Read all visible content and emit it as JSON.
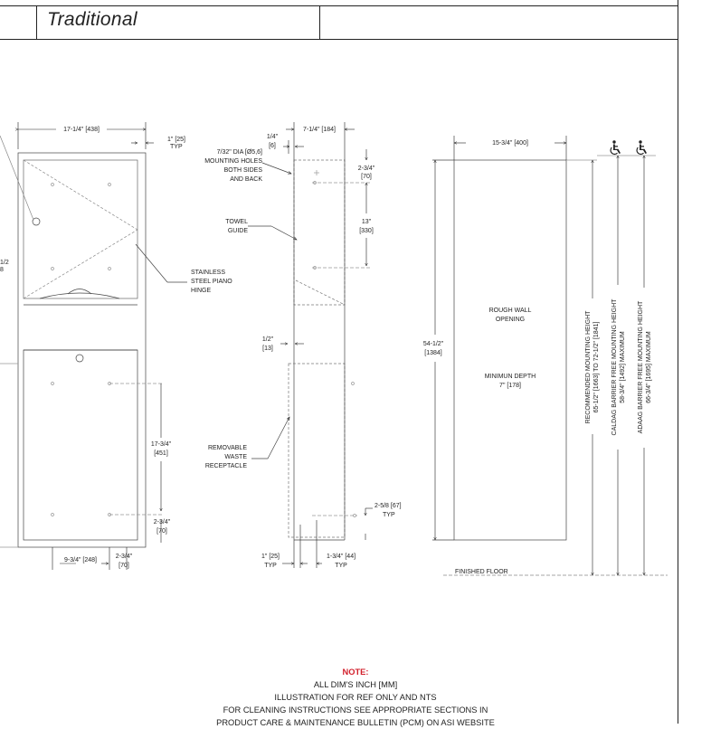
{
  "header": {
    "title": "Traditional"
  },
  "accessibility_icon": "wheelchair-icon",
  "front_view": {
    "dims": {
      "width": "17-1/4\" [438]",
      "typ_1": "1\" [25]",
      "typ_1_suffix": "TYP",
      "h_17_3_4": "17-3/4\"",
      "h_17_3_4_mm": "[451]",
      "h_2_3_4": "2-3/4\"",
      "h_2_3_4_mm": "[70]",
      "w_9_3_4": "9-3/4\" [248]",
      "w_2_3_4": "2-3/4\"",
      "w_2_3_4_mm": "[70]",
      "partial_1": "1/2",
      "partial_2": "8"
    },
    "labels": {
      "hinge_1": "STAINLESS",
      "hinge_2": "STEEL PIANO",
      "hinge_3": "HINGE"
    }
  },
  "side_view": {
    "dims": {
      "depth": "7-1/4\" [184]",
      "qtr_1": "1/4\"",
      "qtr_2": "[6]",
      "v_2_3_4": "2-3/4\"",
      "v_2_3_4_mm": "[70]",
      "v_13": "13\"",
      "v_13_mm": "[330]",
      "half_1": "1/2\"",
      "half_2": "[13]",
      "b_2_5_8": "2-5/8 [67]",
      "b_typ": "TYP",
      "b_1": "1\" [25]",
      "b_1_typ": "TYP",
      "b_1_3_4": "1-3/4\" [44]",
      "b_1_3_4_typ": "TYP"
    },
    "labels": {
      "holes_1": "7/32\" DIA [Ø5,6]",
      "holes_2": "MOUNTING HOLES",
      "holes_3": "BOTH SIDES",
      "holes_4": "AND BACK",
      "towel_1": "TOWEL",
      "towel_2": "GUIDE",
      "waste_1": "REMOVABLE",
      "waste_2": "WASTE",
      "waste_3": "RECEPTACLE"
    }
  },
  "wall_view": {
    "dims": {
      "width": "15-3/4\" [400]",
      "height_1": "54-1/2\"",
      "height_2": "[1384]"
    },
    "labels": {
      "rough_1": "ROUGH WALL",
      "rough_2": "OPENING",
      "min_1": "MINIMUN DEPTH",
      "min_2": "7\" [178]",
      "floor": "FINISHED FLOOR",
      "rec_1": "RECOMMENDED MOUNTING HEIGHT",
      "rec_2": "65-1/2\" [1663] TO 72-1/2\" [1841]",
      "cal_1": "CALDAG BARRIER FREE MOUNTING HEIGHT",
      "cal_2": "58-3/4\" [1492] MAXIMUM",
      "ada_1": "ADAAG BARRIER FREE MOUNTING HEIGHT",
      "ada_2": "66-3/4\" [1695] MAXIMUM"
    }
  },
  "note": {
    "heading": "NOTE:",
    "line1": "ALL DIM'S INCH [MM]",
    "line2": "ILLUSTRATION FOR REF ONLY AND NTS",
    "line3": "FOR CLEANING INSTRUCTIONS SEE APPROPRIATE SECTIONS IN",
    "line4": "PRODUCT CARE & MAINTENANCE BULLETIN (PCM) ON ASI WEBSITE"
  }
}
